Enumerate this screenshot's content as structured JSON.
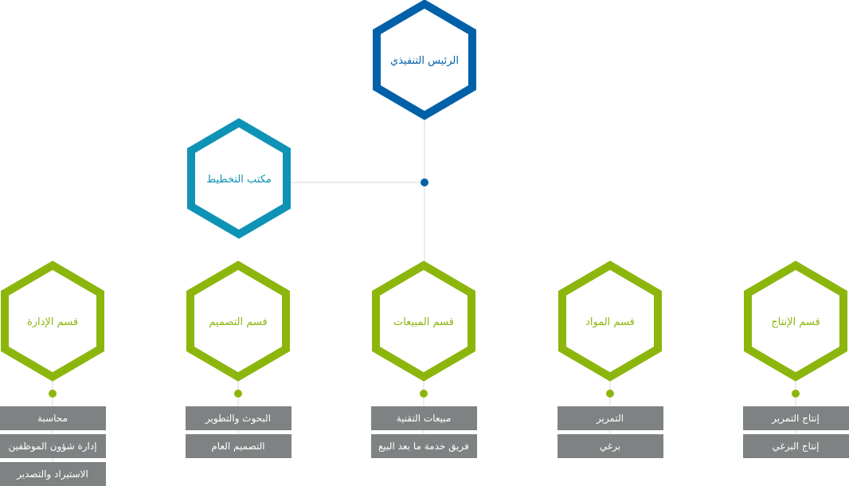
{
  "colors": {
    "executive": "#0061a8",
    "planning": "#0e93b6",
    "department": "#8cb60c",
    "sub_box": "#7e8283",
    "connector": "#d9d9d9"
  },
  "executive": {
    "label": "الرئيس التنفيذي"
  },
  "planning": {
    "label": "مكتب التخطيط"
  },
  "departments": [
    {
      "label": "قسم الإدارة",
      "items": [
        "محاسبة",
        "إدارة شؤون الموظفين",
        "الاستيراد والتصدير"
      ]
    },
    {
      "label": "قسم التصميم",
      "items": [
        "البحوث والتطوير",
        "التصميم العام"
      ]
    },
    {
      "label": "قسم المبيعات",
      "items": [
        "مبيعات التقنية",
        "فريق خدمة ما بعد البيع"
      ]
    },
    {
      "label": "قسم المواد",
      "items": [
        "التمرير",
        "برغي"
      ]
    },
    {
      "label": "قسم الإنتاج",
      "items": [
        "إنتاج التمرير",
        "إنتاج البرغي"
      ]
    }
  ]
}
